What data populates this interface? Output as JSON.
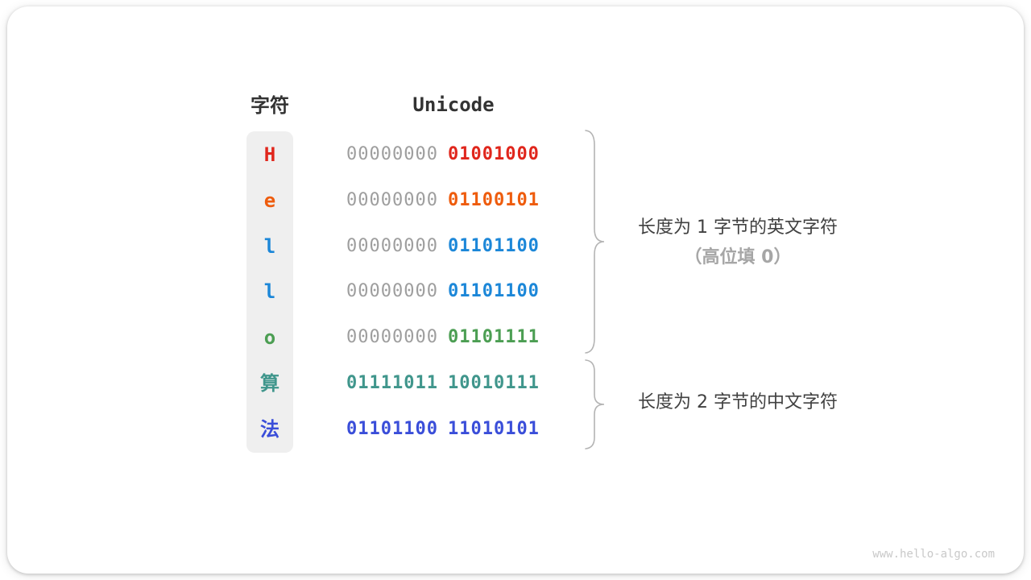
{
  "header": {
    "char_column": "字符",
    "unicode_column": "Unicode"
  },
  "rows": [
    {
      "char": "H",
      "high_byte": "00000000",
      "low_byte": "01001000",
      "color": "#e0261c",
      "high_byte_padded": true
    },
    {
      "char": "e",
      "high_byte": "00000000",
      "low_byte": "01100101",
      "color": "#ee5c0d",
      "high_byte_padded": true
    },
    {
      "char": "l",
      "high_byte": "00000000",
      "low_byte": "01101100",
      "color": "#1c87d8",
      "high_byte_padded": true
    },
    {
      "char": "l",
      "high_byte": "00000000",
      "low_byte": "01101100",
      "color": "#1c87d8",
      "high_byte_padded": true
    },
    {
      "char": "o",
      "high_byte": "00000000",
      "low_byte": "01101111",
      "color": "#4c9e53",
      "high_byte_padded": true
    },
    {
      "char": "算",
      "high_byte": "01111011",
      "low_byte": "10010111",
      "color": "#40968c",
      "high_byte_padded": false
    },
    {
      "char": "法",
      "high_byte": "01101100",
      "low_byte": "11010101",
      "color": "#3a4ed9",
      "high_byte_padded": false
    }
  ],
  "annotations": {
    "english_group": {
      "line1": "长度为 1 字节的英文字符",
      "line2": "（高位填 0）"
    },
    "chinese_group": {
      "line1": "长度为 2 字节的中文字符"
    }
  },
  "watermark": "www.hello-algo.com",
  "colors": {
    "header_text": "#333333",
    "padded_zero_gray": "#9e9e9e",
    "char_column_bg": "#efefef",
    "brace": "#b4b4b4",
    "annotation_primary": "#414141",
    "annotation_secondary": "#a6a6a6",
    "watermark": "#c9c9c9"
  }
}
